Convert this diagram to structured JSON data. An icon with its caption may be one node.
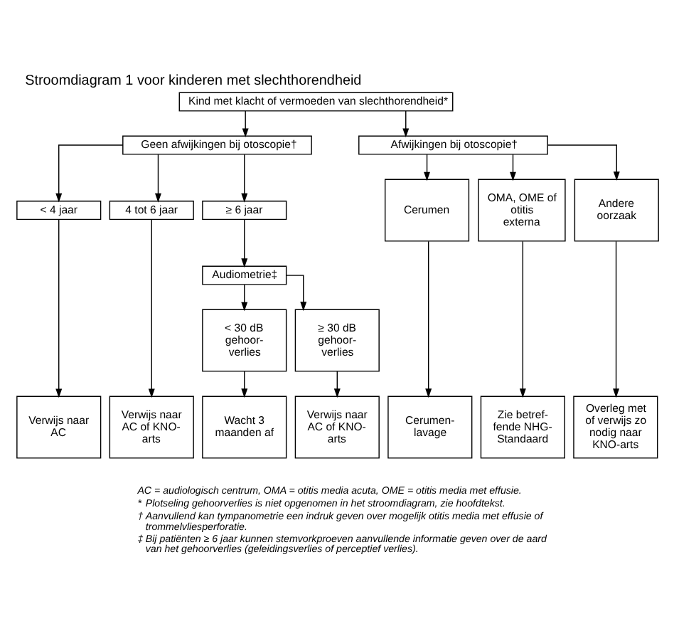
{
  "diagram": {
    "title": "Stroomdiagram 1 voor kinderen met slechthorendheid",
    "nodes": [
      {
        "text": [
          "Kind met klacht of vermoeden van slechthorendheid*"
        ]
      },
      {
        "text": [
          "Geen afwijkingen bij otoscopie†"
        ]
      },
      {
        "text": [
          "Afwijkingen bij otoscopie†"
        ]
      },
      {
        "text": [
          "< 4 jaar"
        ]
      },
      {
        "text": [
          "4 tot 6 jaar"
        ]
      },
      {
        "text": [
          "≥ 6 jaar"
        ]
      },
      {
        "text": [
          "Audiometrie‡"
        ]
      },
      {
        "text": [
          "< 30 dB gehoor- verlies"
        ]
      },
      {
        "text": [
          "≥ 30 dB gehoor- verlies"
        ]
      },
      {
        "text": [
          "Cerumen"
        ]
      },
      {
        "text": [
          "OMA, OME of otitis externa"
        ]
      },
      {
        "text": [
          "Andere oorzaak"
        ]
      },
      {
        "text": [
          "Verwijs naar AC"
        ]
      },
      {
        "text": [
          "Verwijs naar AC of KNO- arts"
        ]
      },
      {
        "text": [
          "Wacht 3 maanden af"
        ]
      },
      {
        "text": [
          "Verwijs naar AC of KNO- arts"
        ]
      },
      {
        "text": [
          "Cerumen- lavage"
        ]
      },
      {
        "text": [
          "Zie betref- fende NHG- Standaard"
        ]
      },
      {
        "text": [
          "Overleg met of verwijs zo nodig naar KNO-arts"
        ]
      }
    ],
    "edges": [
      {
        "from": 0,
        "to": 1,
        "arrow": "to"
      },
      {
        "from": 0,
        "to": 2,
        "arrow": "to"
      },
      {
        "from": 1,
        "to": 3,
        "arrow": "to"
      },
      {
        "from": 1,
        "to": 4,
        "arrow": "to"
      },
      {
        "from": 1,
        "to": 5,
        "arrow": "to"
      },
      {
        "from": 5,
        "to": 6,
        "arrow": "to"
      },
      {
        "from": 6,
        "to": 7,
        "arrow": "to"
      },
      {
        "from": 6,
        "to": 8,
        "arrow": "to"
      },
      {
        "from": 2,
        "to": 9,
        "arrow": "to"
      },
      {
        "from": 2,
        "to": 10,
        "arrow": "to"
      },
      {
        "from": 2,
        "to": 11,
        "arrow": "to"
      },
      {
        "from": 3,
        "to": 12,
        "arrow": "to"
      },
      {
        "from": 4,
        "to": 13,
        "arrow": "to"
      },
      {
        "from": 7,
        "to": 14,
        "arrow": "to"
      },
      {
        "from": 8,
        "to": 15,
        "arrow": "to"
      },
      {
        "from": 9,
        "to": 16,
        "arrow": "to"
      },
      {
        "from": 10,
        "to": 17,
        "arrow": "to"
      },
      {
        "from": 11,
        "to": 18,
        "arrow": "to"
      }
    ],
    "labels": [
      "AC = audiologisch centrum, OMA = otitis media acuta, OME = otitis media met effusie.",
      "*",
      "Plotseling gehoorverlies is niet opgenomen in het stroomdiagram, zie hoofdtekst.",
      "†",
      "Aanvullend kan tympanometrie een indruk geven over mogelijk otitis media met effusie of trommelvliesperforatie.",
      "‡",
      "Bij patiënten ≥ 6 jaar kunnen stemvorkproeven aanvullende informatie geven over de aard van het gehoorverlies (geleidingsverlies of perceptief verlies)."
    ]
  }
}
